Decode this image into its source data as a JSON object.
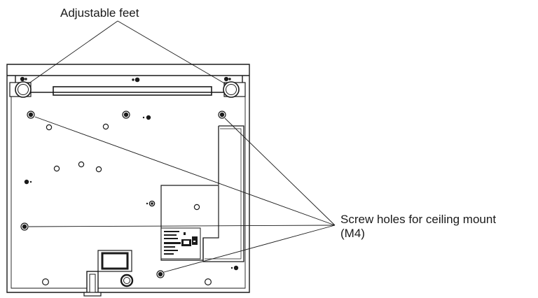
{
  "callouts": {
    "adjustable_feet": "Adjustable feet",
    "screw_holes_line1": "Screw holes for ceiling mount",
    "screw_holes_line2": "(M4)"
  },
  "colors": {
    "stroke": "#1a1a1a",
    "fill": "#ffffff",
    "dark_fill": "#222222"
  }
}
